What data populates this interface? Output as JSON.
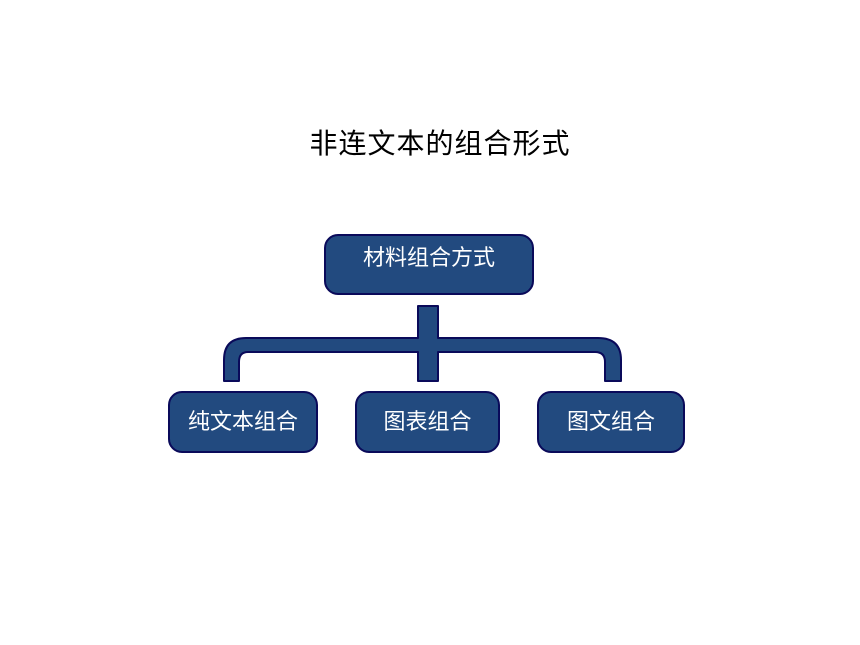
{
  "title": "非连文本的组合形式",
  "diagram": {
    "root": "材料组合方式",
    "children": [
      "纯文本组合",
      "图表组合",
      "图文组合"
    ]
  },
  "colors": {
    "node_fill": "#224a7f",
    "node_border": "#0a0a5a",
    "node_text": "#ffffff",
    "connector_fill": "#224a7f"
  }
}
